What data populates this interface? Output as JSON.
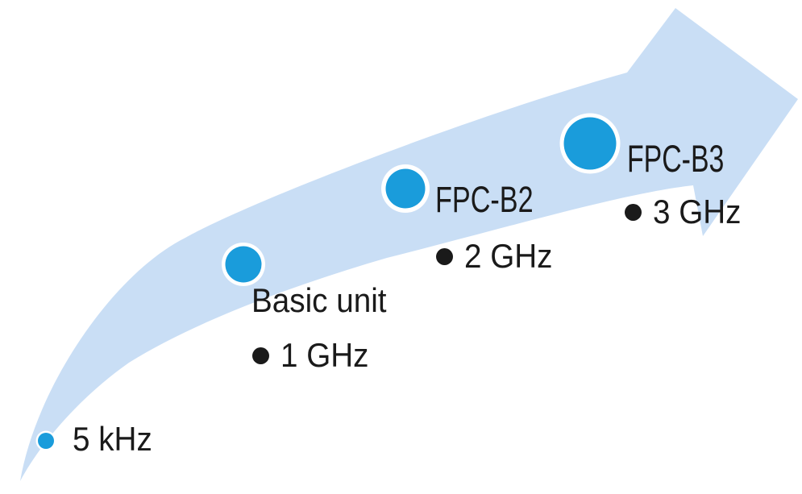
{
  "diagram_title": "",
  "colors": {
    "arrow_fill": "#C9DEF5",
    "dot_fill": "#1A9CDB",
    "dot_ring": "#FFFFFF",
    "text": "#1A1A1A",
    "bullet": "#1A1A1A"
  },
  "milestones": [
    {
      "id": "start",
      "name": "",
      "frequency": "5 kHz"
    },
    {
      "id": "basic-unit",
      "name": "Basic unit",
      "frequency": "1 GHz"
    },
    {
      "id": "fpc-b2",
      "name": "FPC-B2",
      "frequency": "2 GHz"
    },
    {
      "id": "fpc-b3",
      "name": "FPC-B3",
      "frequency": "3 GHz"
    }
  ]
}
